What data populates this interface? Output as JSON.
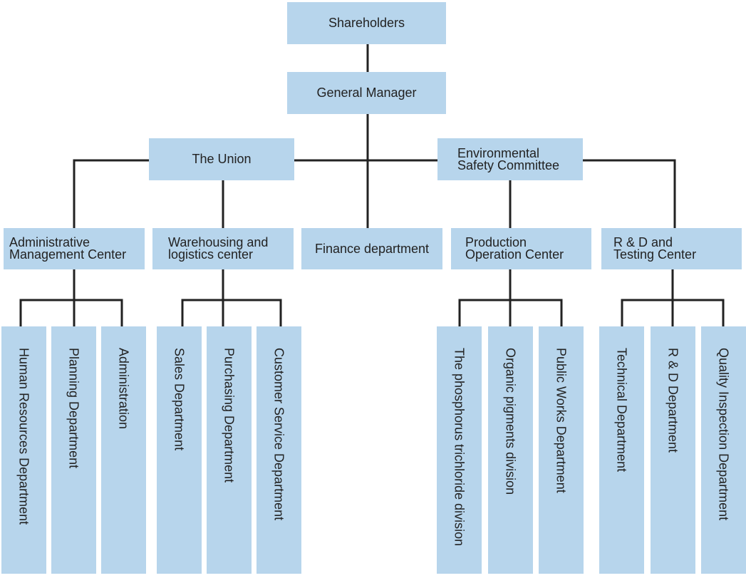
{
  "diagram": {
    "nodes": {
      "shareholders": "Shareholders",
      "general_manager": "General Manager",
      "the_union": "The Union",
      "environmental_safety_committee": "Environmental\nSafety Committee",
      "administrative_management_center": "Administrative\nManagement Center",
      "warehousing_logistics_center": "Warehousing and\nlogistics center",
      "finance_department": "Finance department",
      "production_operation_center": "Production\nOperation Center",
      "rd_testing_center": "R & D and\nTesting Center",
      "human_resources_department": "Human Resources Department",
      "planning_department": "Planning Department",
      "administration": "Administration",
      "sales_department": "Sales Department",
      "purchasing_department": "Purchasing Department",
      "customer_service_department": "Customer Service Department",
      "phosphorus_trichloride_division": "The phosphorus trichloride division",
      "organic_pigments_division": "Organic pigments division",
      "public_works_department": "Public Works Department",
      "technical_department": "Technical Department",
      "rd_department": "R & D Department",
      "quality_inspection_department": "Quality Inspection Department"
    },
    "colors": {
      "box": "#b7d5ec",
      "line": "#222222"
    }
  }
}
